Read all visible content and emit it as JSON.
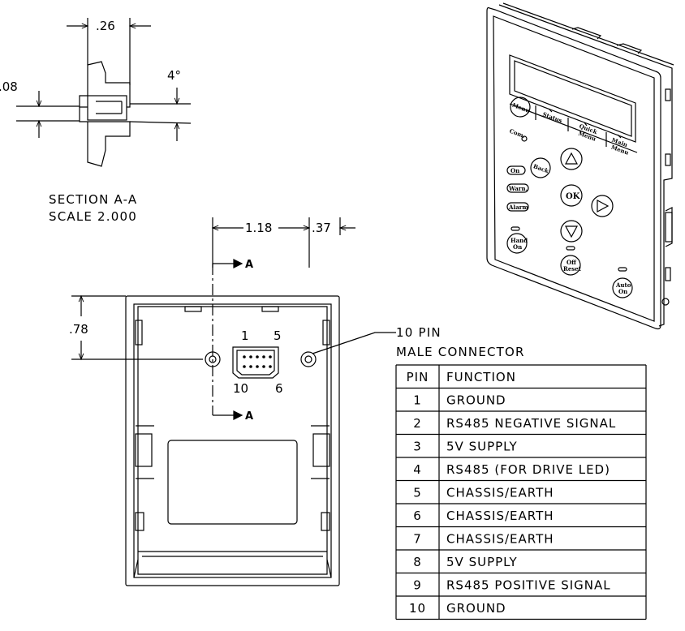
{
  "section_view": {
    "dim_width": ".26",
    "dim_height": ".08",
    "dim_angle": "4°",
    "caption_line1": "SECTION  A-A",
    "caption_line2": "SCALE  2.000"
  },
  "rear_view": {
    "dim_hole_spacing": "1.18",
    "dim_right_offset": ".37",
    "dim_vertical": ".78",
    "section_marker": "A",
    "pin_label_1": "1",
    "pin_label_5": "5",
    "pin_label_10": "10",
    "pin_label_6": "6",
    "connector_label_line1": "10 PIN",
    "connector_label_line2": "MALE CONNECTOR"
  },
  "keypad": {
    "keys": {
      "menu": "Menu",
      "status": "Status",
      "quick_menu_1": "Quick",
      "quick_menu_2": "Menu",
      "main_menu_1": "Main",
      "main_menu_2": "Menu",
      "com": "Com.",
      "back": "Back",
      "ok": "OK",
      "on": "On",
      "warn": "Warn.",
      "alarm": "Alarm",
      "hand_on_1": "Hand",
      "hand_on_2": "On",
      "off_reset_1": "Off",
      "off_reset_2": "Reset",
      "auto_on_1": "Auto",
      "auto_on_2": "On"
    }
  },
  "pin_table": {
    "headers": [
      "PIN",
      "FUNCTION"
    ],
    "rows": [
      [
        "1",
        "GROUND"
      ],
      [
        "2",
        "RS485 NEGATIVE SIGNAL"
      ],
      [
        "3",
        "5V SUPPLY"
      ],
      [
        "4",
        "RS485 (FOR DRIVE LED)"
      ],
      [
        "5",
        "CHASSIS/EARTH"
      ],
      [
        "6",
        "CHASSIS/EARTH"
      ],
      [
        "7",
        "CHASSIS/EARTH"
      ],
      [
        "8",
        "5V SUPPLY"
      ],
      [
        "9",
        "RS485 POSITIVE SIGNAL"
      ],
      [
        "10",
        "GROUND"
      ]
    ]
  }
}
